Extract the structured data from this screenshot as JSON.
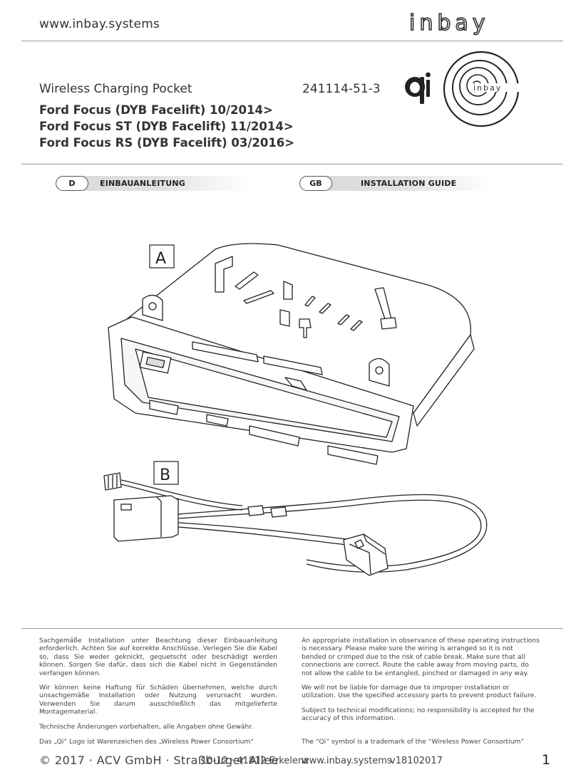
{
  "header": {
    "url": "www.inbay.systems",
    "brand": "inbay"
  },
  "product": {
    "title": "Wireless Charging Pocket",
    "part_number": "241114-51-3",
    "models": [
      "Ford Focus (DYB Facelift) 10/2014>",
      "Ford Focus ST (DYB Facelift) 11/2014>",
      "Ford Focus RS (DYB Facelift) 03/2016>"
    ],
    "qi_brand": "inbay"
  },
  "languages": {
    "de": {
      "code": "D",
      "label": "EINBAUANLEITUNG"
    },
    "en": {
      "code": "GB",
      "label": "INSTALLATION GUIDE"
    }
  },
  "figure": {
    "label_a": "A",
    "label_b": "B"
  },
  "text_de": {
    "p1": "Sachgemäße Installation unter Beachtung dieser Einbauanleitung erforderlich. Achten Sie auf korrekte Anschlüsse. Verlegen Sie die Kabel so, dass Sie weder geknickt, gequetscht oder beschädigt werden können. Sorgen Sie dafür, dass sich die Kabel nicht in Gegenständen verfangen können.",
    "p2": "Wir können keine Haftung für Schäden übernehmen, welche durch unsachgemäße Installation oder Nutzung verursacht wurden. Verwenden Sie darum ausschließlich das mitgelieferte Montagematerial.",
    "p3": "Technische Änderungen vorbehalten, alle Angaben ohne Gewähr.",
    "trademark": "Das „Qi“ Logo ist Warenzeichen des „Wireless Power Consortium“"
  },
  "text_en": {
    "p1": "An appropriate installation in observance of these operating instructions is necessary. Please make sure the wiring is arranged so it is not bended or crimped due to the risk of cable break. Make sure that all connections are correct. Route the cable away from moving parts, do not allow the cable to be entangled, pinched or damaged in any way.",
    "p2": "We will not be liable for damage due to improper installation or utilization. Use the specified accessory parts to prevent product failure.",
    "p3": "Subject to technical modifications; no responsibility is accepted for the accuracy of this information.",
    "trademark": "The “Qi” symbol is a trademark of the “Wireless Power Consortium”"
  },
  "footer": {
    "company": "© 2017 · ACV GmbH · Straßburger Allee 10-12 · 41812 Erkelenz",
    "company_main": "© 2017 · ACV GmbH · Straßburger Allee",
    "address_rest": "10-12 · 41812 Erkelenz",
    "url": "www.inbay.systems",
    "version": "v18102017",
    "page": "1"
  }
}
